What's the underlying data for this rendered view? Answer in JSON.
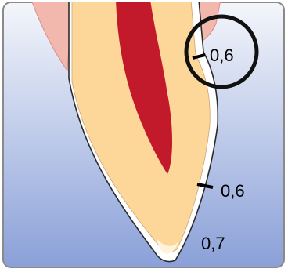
{
  "figure": {
    "colors": {
      "frame_border": "#8a8a8a",
      "background_top": "#f4f6fb",
      "background_bottom": "#8aa0d8",
      "gum": "#f2b7ad",
      "gum_edge": "#d88f86",
      "dentin": "#fdd79a",
      "dentin_edge": "#c9a57a",
      "pulp": "#c21a2a",
      "enamel_shell": "#ffffff",
      "enamel_edge": "#2a2a2a",
      "tooth_tip": "#fff3dc",
      "marker": "#000000",
      "circle": "#111111"
    },
    "labels": {
      "top": "0,6",
      "middle": "0,6",
      "bottom": "0,7"
    },
    "highlight": {
      "shape": "circle",
      "around": "top"
    }
  }
}
